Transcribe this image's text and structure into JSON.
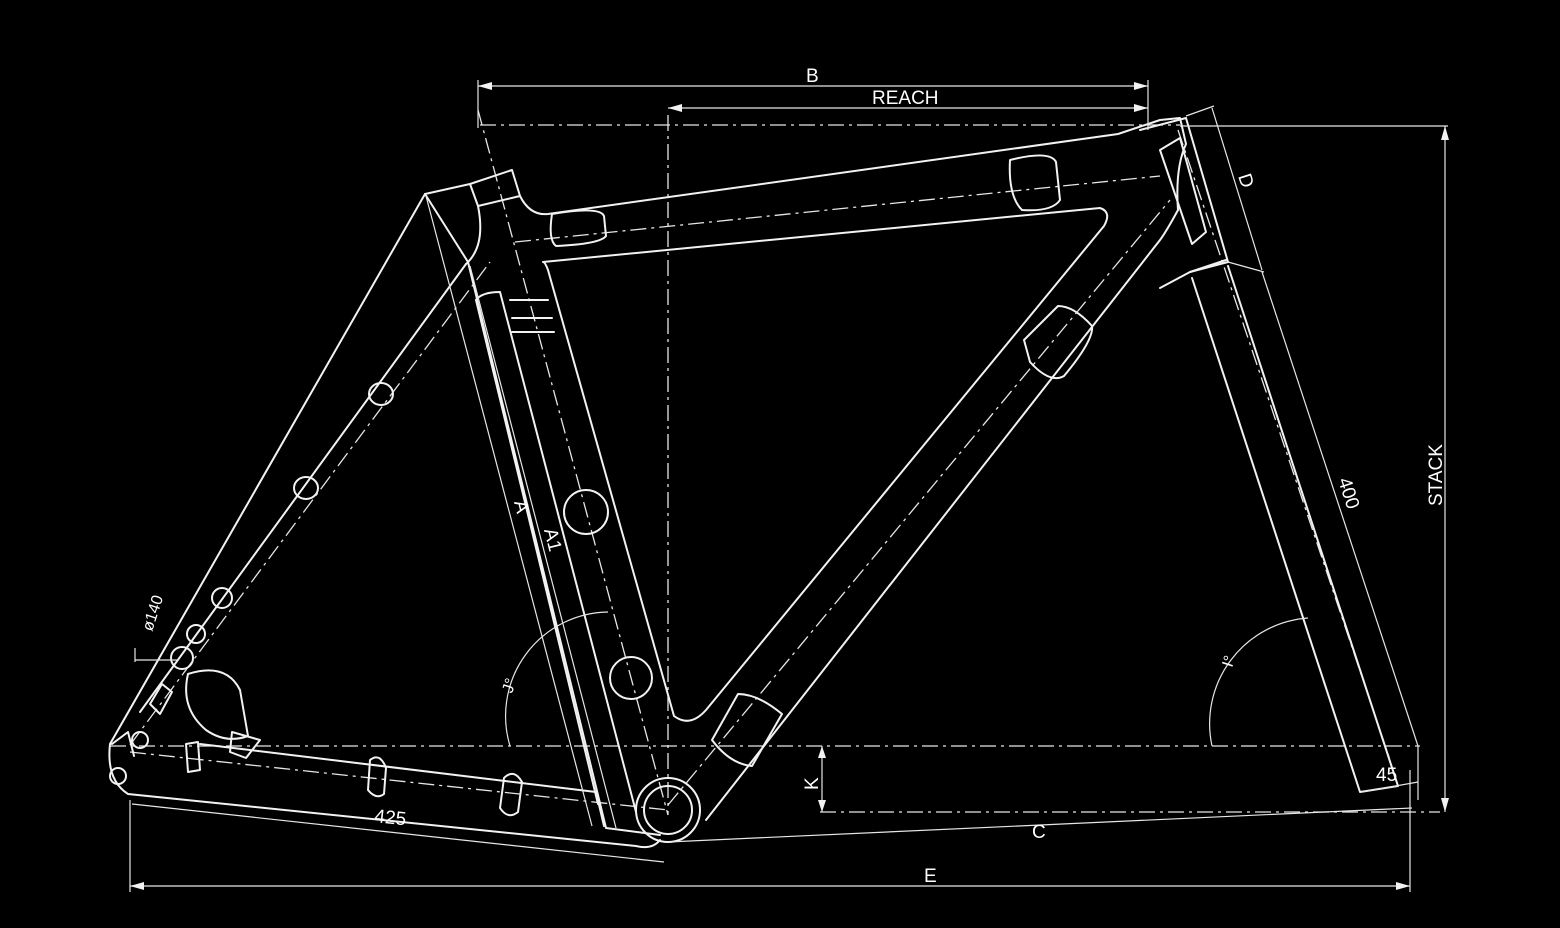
{
  "labels": {
    "b": "B",
    "reach": "REACH",
    "d": "D",
    "stack": "STACK",
    "head_tube_length": "400",
    "a": "A",
    "a1": "A1",
    "j_angle": "J°",
    "i_angle": "I°",
    "k": "K",
    "fork_offset": "45",
    "c": "C",
    "e": "E",
    "chainstay": "425",
    "rotor": "ø140"
  },
  "colors": {
    "background": "#000000",
    "line": "#f2f2f2"
  }
}
